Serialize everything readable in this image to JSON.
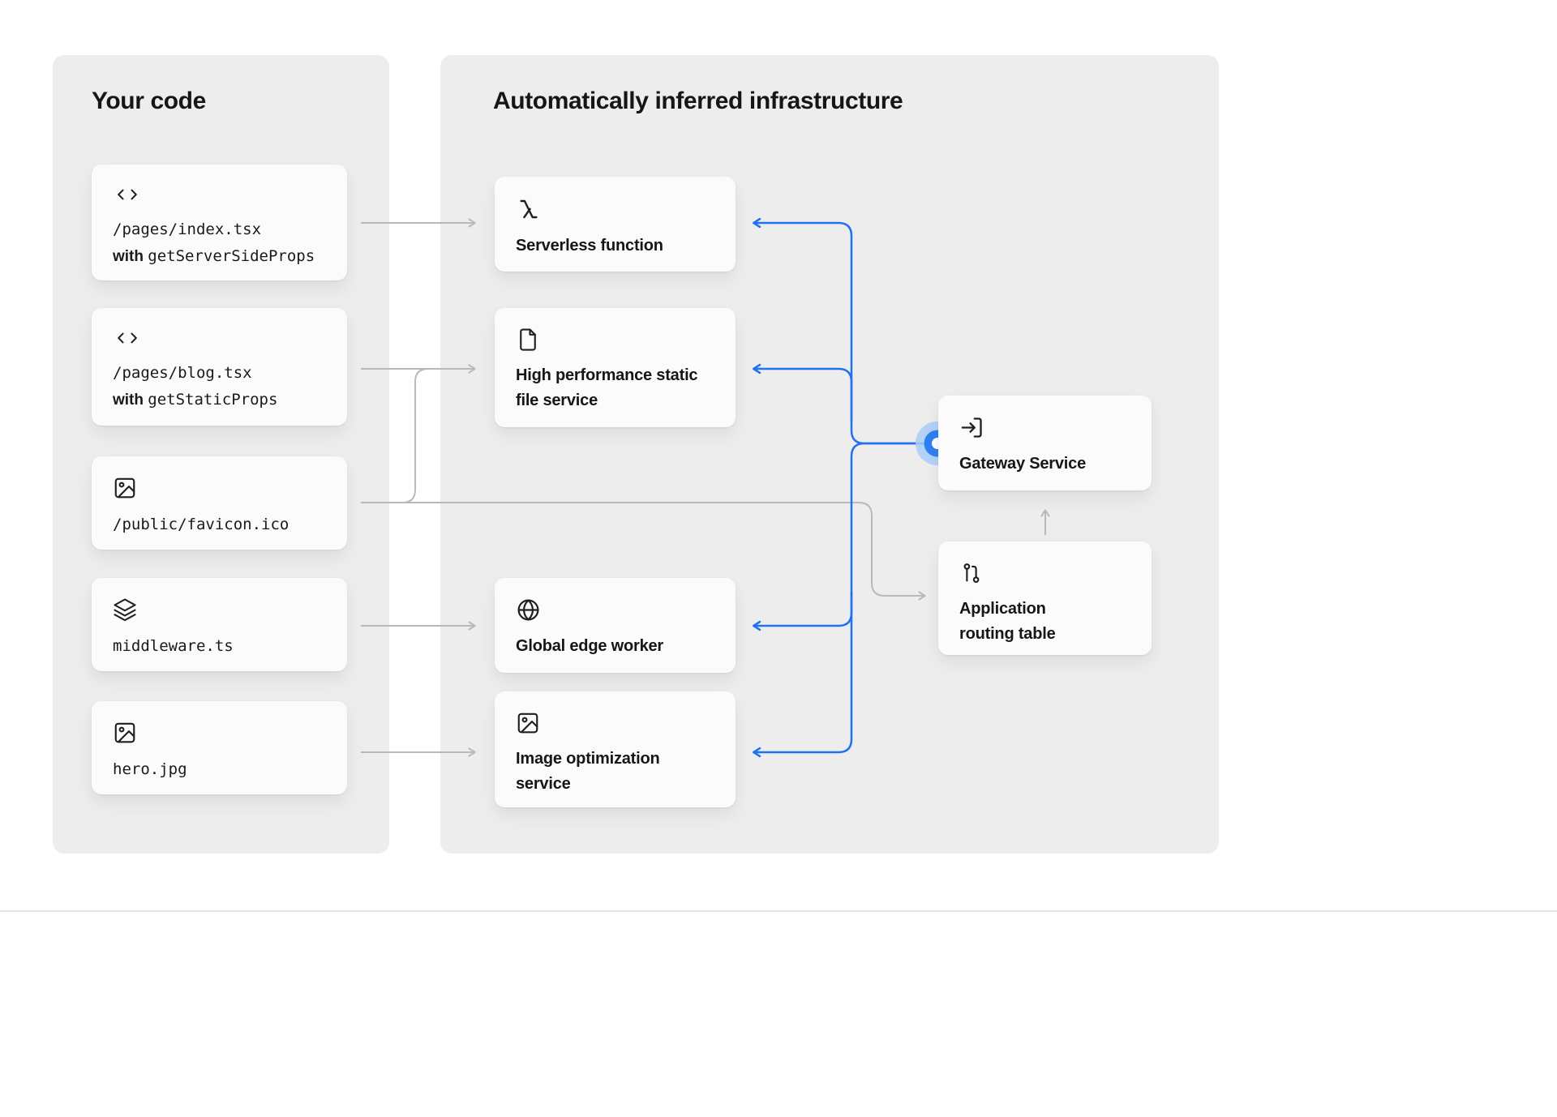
{
  "left_panel": {
    "title": "Your code",
    "cards": [
      {
        "icon": "code-icon",
        "path": "/pages/index.tsx",
        "with_label": "with",
        "fn": "getServerSideProps"
      },
      {
        "icon": "code-icon",
        "path": "/pages/blog.tsx",
        "with_label": "with",
        "fn": "getStaticProps"
      },
      {
        "icon": "image-icon",
        "path": "/public/favicon.ico"
      },
      {
        "icon": "layers-icon",
        "path": "middleware.ts"
      },
      {
        "icon": "image-icon",
        "path": "hero.jpg"
      }
    ]
  },
  "right_panel": {
    "title": "Automatically inferred infrastructure",
    "cards": [
      {
        "icon": "lambda-icon",
        "label": "Serverless function"
      },
      {
        "icon": "file-icon",
        "label": "High performance static file service"
      },
      {
        "icon": "globe-icon",
        "label": "Global edge worker"
      },
      {
        "icon": "image-icon",
        "label": "Image optimization service"
      },
      {
        "icon": "gateway-icon",
        "label": "Gateway Service"
      },
      {
        "icon": "route-icon",
        "label": "Application routing table"
      }
    ]
  },
  "colors": {
    "panel_bg": "#ededed",
    "card_bg": "#fbfbfb",
    "arrow_gray": "#b9b9b9",
    "arrow_blue": "#2271f1",
    "node_outer": "#a9cdf8",
    "node_mid": "#2f80f2",
    "text": "#171717"
  }
}
